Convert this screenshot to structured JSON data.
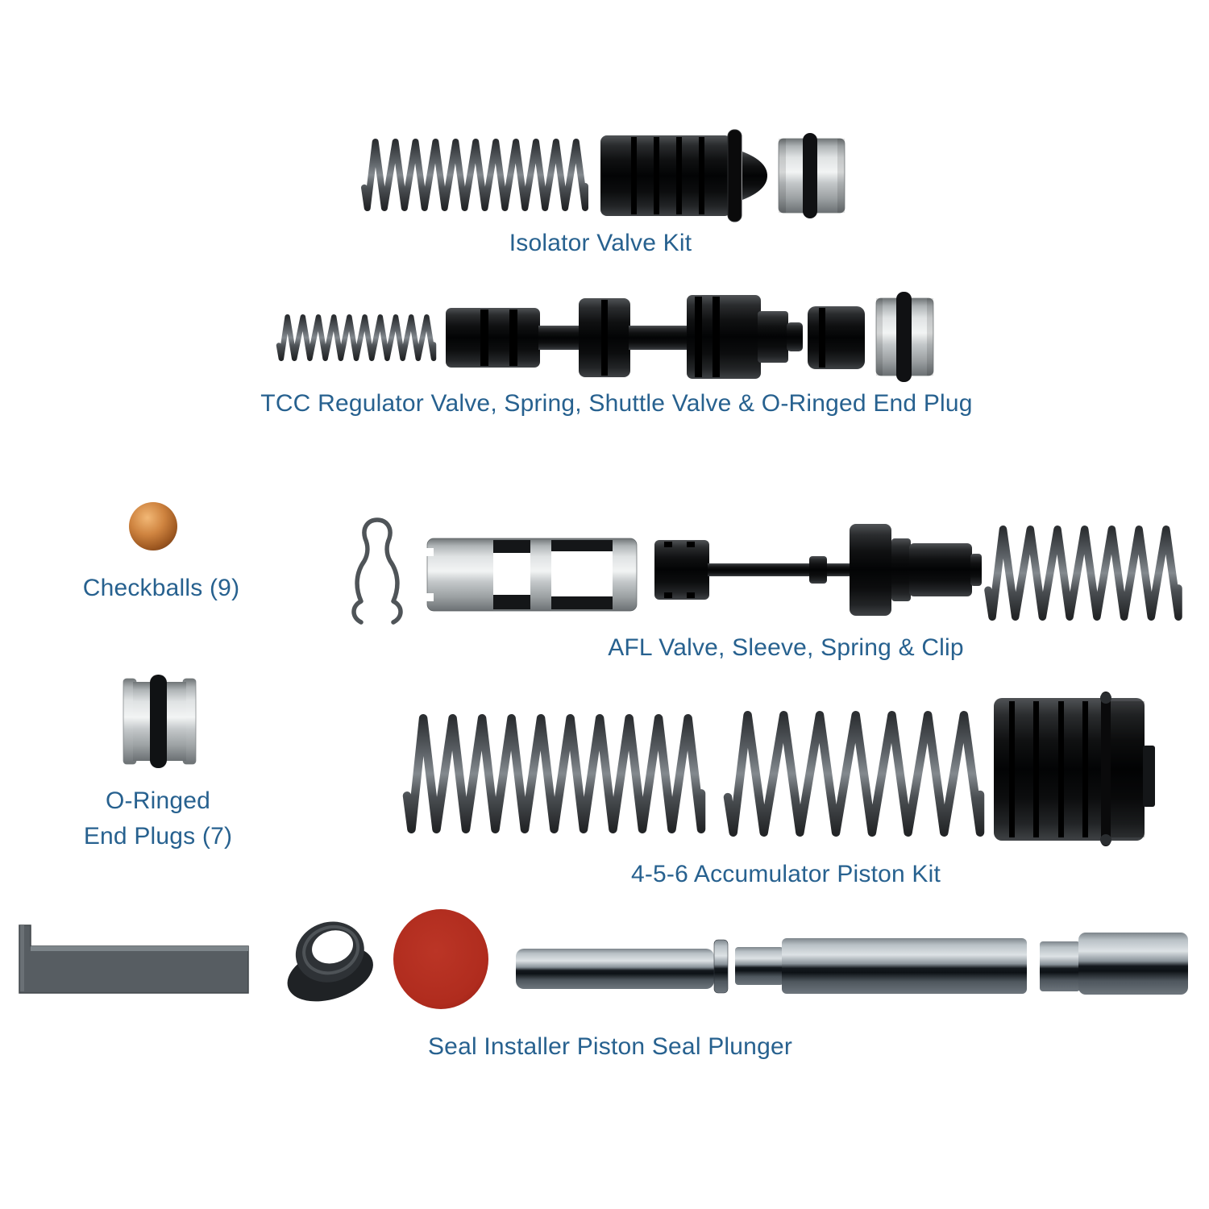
{
  "labels": {
    "isolator": "Isolator Valve Kit",
    "tcc": "TCC Regulator Valve, Spring, Shuttle Valve & O-Ringed End Plug",
    "checkballs": "Checkballs (9)",
    "afl": "AFL Valve, Sleeve, Spring & Clip",
    "end_plugs_line1": "O-Ringed",
    "end_plugs_line2": "End Plugs (7)",
    "accumulator": "4-5-6 Accumulator Piston Kit",
    "seal_installer": "Seal Installer Piston Seal Plunger"
  },
  "colors": {
    "page_bg": "#ffffff",
    "label_blue": "#27618f",
    "part_black": "#0a0b0c",
    "silver": "#c7cbcd",
    "spring_gray": "#55595d",
    "checkball_copper": "#c87c35",
    "seal_red": "#b23122",
    "bar_gray": "#575d62",
    "clip_gray": "#4f5458"
  }
}
